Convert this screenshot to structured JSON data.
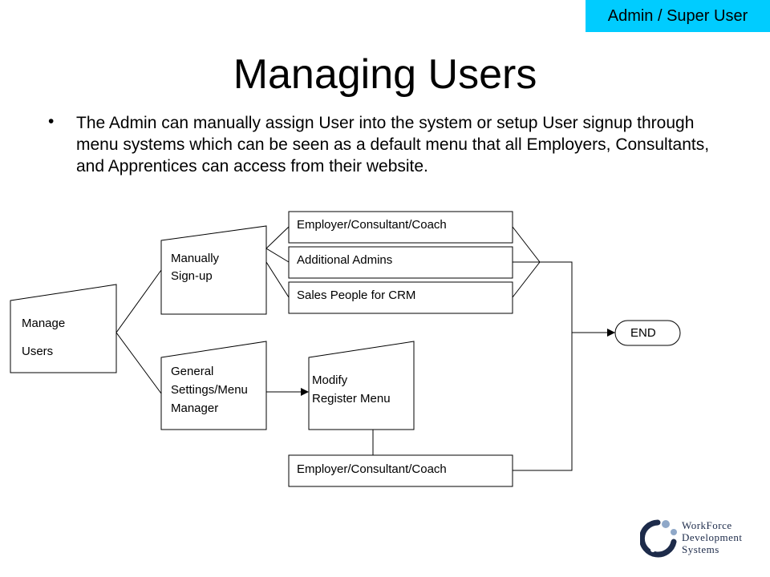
{
  "badge": "Admin / Super User",
  "title": "Managing Users",
  "bullet_char": "•",
  "description": "The Admin can manually assign User into the system or setup User signup through menu systems which can be seen as a default menu that all Employers, Consultants, and Apprentices can access from their website.",
  "diagram": {
    "manage_users": "Manage",
    "manage_users_2": "Users",
    "manually_signup": "Manually",
    "manually_signup_2": "Sign-up",
    "general_settings": "General",
    "general_settings_2": "Settings/Menu",
    "general_settings_3": "Manager",
    "modify_register": "Modify",
    "modify_register_2": "Register Menu",
    "employer_top": "Employer/Consultant/Coach",
    "additional_admins": "Additional Admins",
    "sales_people": "Sales People for CRM",
    "employer_bottom": "Employer/Consultant/Coach",
    "end": "END"
  },
  "logo": {
    "line1": "WorkForce",
    "line2": "Development",
    "line3": "Systems"
  },
  "colors": {
    "badge_bg": "#00ccff",
    "logo_blue": "#1d2b4a",
    "logo_light": "#8fa8c8"
  },
  "icons": {
    "logo": "workforce-logo-icon"
  }
}
